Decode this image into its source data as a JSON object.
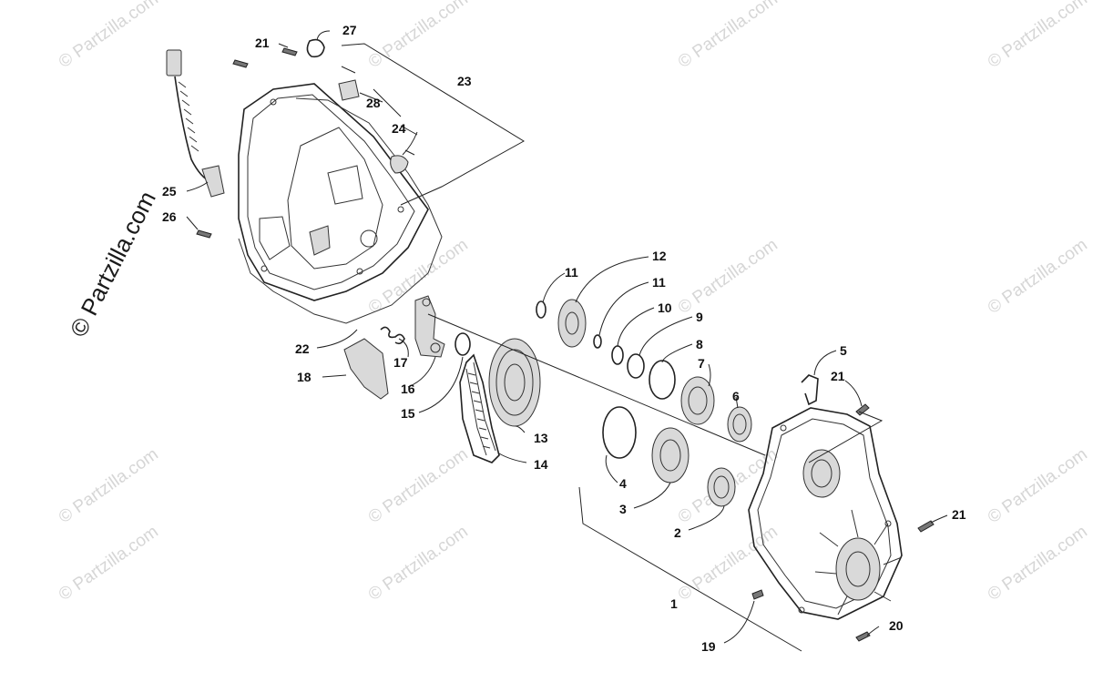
{
  "watermarks": [
    "© Partzilla.com",
    "© Partzilla.com",
    "© Partzilla.com",
    "© Partzilla.com",
    "© Partzilla.com",
    "© Partzilla.com",
    "© Partzilla.com",
    "© Partzilla.com",
    "© Partzilla.com",
    "© Partzilla.com",
    "© Partzilla.com",
    "© Partzilla.com",
    "© Partzilla.com",
    "© Partzilla.com",
    "© Partzilla.com"
  ],
  "brand_watermark": "© Partzilla.com",
  "callouts": {
    "c27": "27",
    "c21a": "21",
    "c23": "23",
    "c28": "28",
    "c24": "24",
    "c25": "25",
    "c26": "26",
    "c22": "22",
    "c17": "17",
    "c18": "18",
    "c16": "16",
    "c15": "15",
    "c11a": "11",
    "c12": "12",
    "c11b": "11",
    "c10": "10",
    "c9": "9",
    "c8": "8",
    "c7": "7",
    "c6": "6",
    "c5": "5",
    "c21b": "21",
    "c13": "13",
    "c14": "14",
    "c4": "4",
    "c3": "3",
    "c2": "2",
    "c21c": "21",
    "c1": "1",
    "c20": "20",
    "c19": "19"
  },
  "colors": {
    "line": "#222222",
    "watermark": "#d6d6d6",
    "background": "#ffffff"
  }
}
